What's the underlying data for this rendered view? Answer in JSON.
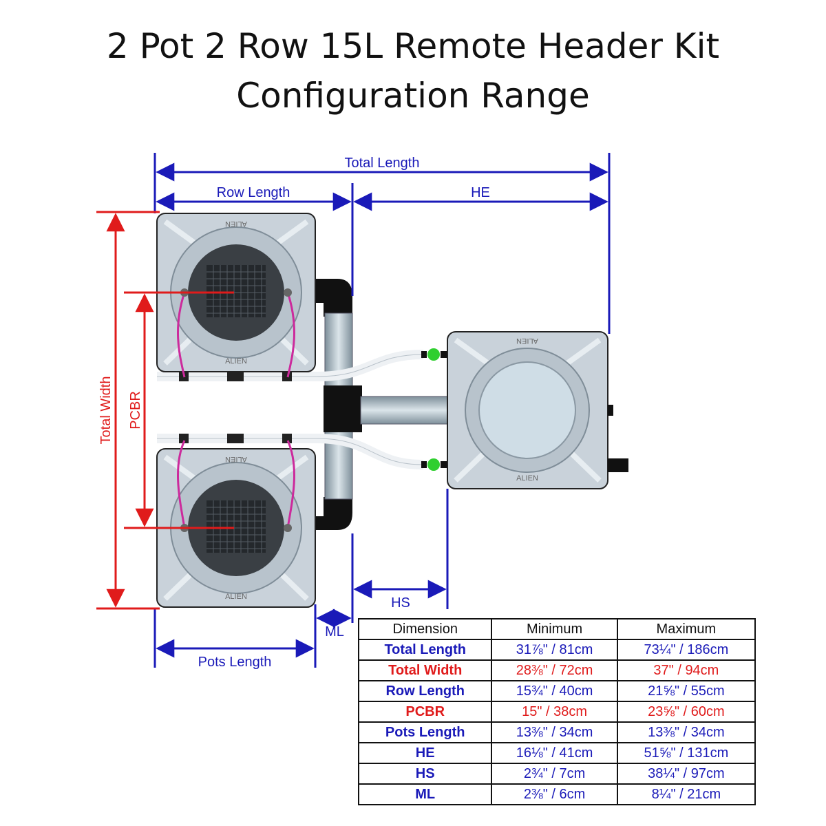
{
  "title": {
    "line1": "2 Pot 2 Row 15L Remote Header Kit",
    "line2": "Configuration Range"
  },
  "labels": {
    "total_length": "Total Length",
    "row_length": "Row Length",
    "he": "HE",
    "total_width": "Total Width",
    "pcbr": "PCBR",
    "hs": "HS",
    "ml": "ML",
    "pots_length": "Pots Length",
    "brand": "ALIEN"
  },
  "colors": {
    "blue": "#1a1ab8",
    "red": "#e01b1b",
    "pot_body": "#c9d2da",
    "pot_lid": "#3a3f44",
    "pipe": "#a9b8c2",
    "hose_clip": "#cc2a9c",
    "valve": "#2fcf2f"
  },
  "table": {
    "headers": [
      "Dimension",
      "Minimum",
      "Maximum"
    ],
    "rows": [
      {
        "name": "Total Length",
        "min": "31⅞\" / 81cm",
        "max": "73¼\" / 186cm",
        "color": "blue"
      },
      {
        "name": "Total Width",
        "min": "28⅜\" / 72cm",
        "max": "37\" / 94cm",
        "color": "red"
      },
      {
        "name": "Row Length",
        "min": "15¾\" / 40cm",
        "max": "21⅝\" / 55cm",
        "color": "blue"
      },
      {
        "name": "PCBR",
        "min": "15\" / 38cm",
        "max": "23⅝\" / 60cm",
        "color": "red"
      },
      {
        "name": "Pots Length",
        "min": "13⅜\" / 34cm",
        "max": "13⅜\" / 34cm",
        "color": "blue"
      },
      {
        "name": "HE",
        "min": "16⅛\" / 41cm",
        "max": "51⅝\" / 131cm",
        "color": "blue"
      },
      {
        "name": "HS",
        "min": "2¾\" / 7cm",
        "max": "38¼\" / 97cm",
        "color": "blue"
      },
      {
        "name": "ML",
        "min": "2⅜\" / 6cm",
        "max": "8¼\" / 21cm",
        "color": "blue"
      }
    ]
  }
}
